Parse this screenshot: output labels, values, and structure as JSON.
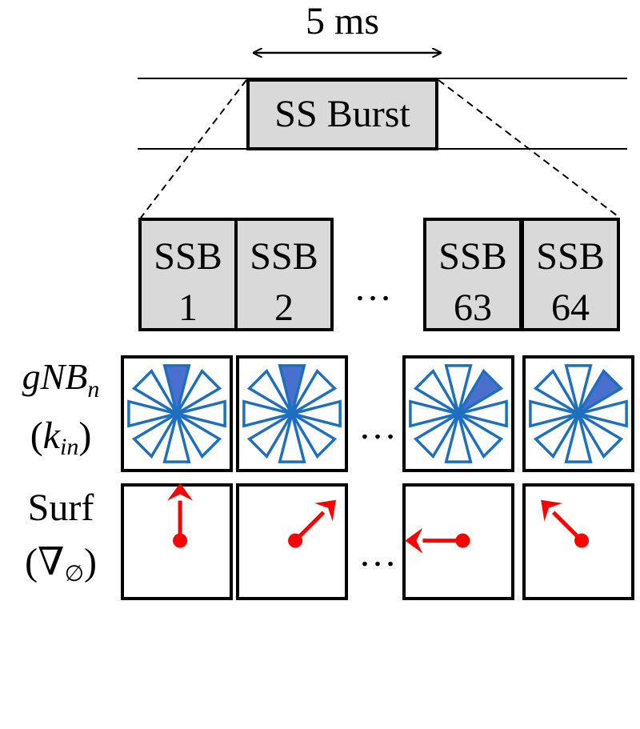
{
  "duration_label": "5 ms",
  "burst_label": "SS Burst",
  "ellipsis": "…",
  "row_labels": {
    "gnb_main": "gNB",
    "gnb_sub": "n",
    "kin_open": "(",
    "kin_main": "k",
    "kin_sub": "in",
    "kin_close": ")",
    "surf": "Surf",
    "grad_open": "(∇",
    "grad_sub": "∅",
    "grad_close": ")"
  },
  "ssb_blocks": [
    {
      "title": "SSB",
      "number": "1"
    },
    {
      "title": "SSB",
      "number": "2"
    },
    {
      "title": "SSB",
      "number": "63"
    },
    {
      "title": "SSB",
      "number": "64"
    }
  ],
  "beam_panels": [
    {
      "active_beam_deg": 0
    },
    {
      "active_beam_deg": 0
    },
    {
      "active_beam_deg": 45
    },
    {
      "active_beam_deg": 45
    }
  ],
  "surface_panels": [
    {
      "arrow_direction_deg": 0
    },
    {
      "arrow_direction_deg": 45
    },
    {
      "arrow_direction_deg": -90
    },
    {
      "arrow_direction_deg": -45
    }
  ],
  "colors": {
    "ssb_fill": "#d9d9d9",
    "beam_outline": "#1f6fbf",
    "beam_active": "#4a6fcf",
    "arrow": "#ff0000"
  }
}
